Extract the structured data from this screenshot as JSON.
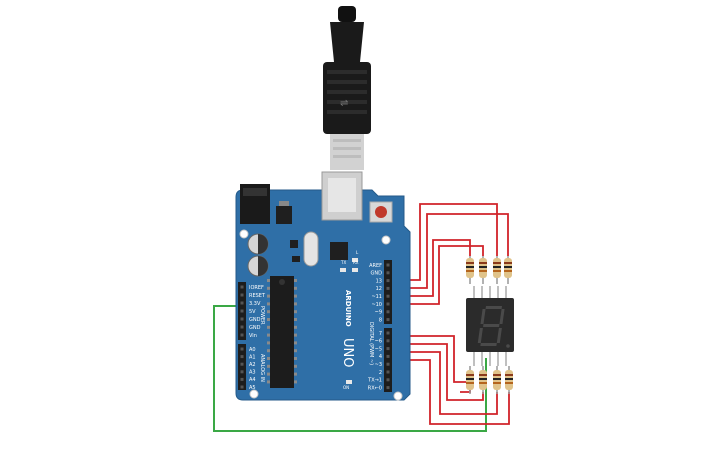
{
  "colors": {
    "board": "#2f6fa7",
    "board_edge": "#245a8a",
    "wire_red": "#d1232a",
    "wire_green": "#3aa845",
    "header_black": "#1d1d1d",
    "display_body": "#2b2b2b",
    "segment_off": "#4a4a4a",
    "resistor_body": "#e0c38a"
  },
  "board": {
    "logo_text": "ARDUINO",
    "model_text": "UNO",
    "tx_label": "TX",
    "rx_label": "RX",
    "l_label": "L",
    "on_label": "ON",
    "power_group_label": "POWER",
    "analog_group_label": "ANALOG IN",
    "digital_group_label": "DIGITAL (PWM ~)",
    "power_pins": [
      "IOREF",
      "RESET",
      "3.3V",
      "5V",
      "GND",
      "GND",
      "Vin"
    ],
    "analog_pins": [
      "A0",
      "A1",
      "A2",
      "A3",
      "A4",
      "A5"
    ],
    "digital_pins_top": [
      "AREF",
      "GND",
      "13",
      "12",
      "~11",
      "~10",
      "~9",
      "8"
    ],
    "digital_pins_bottom": [
      "7",
      "~6",
      "~5",
      "4",
      "~3",
      "2",
      "TX→1",
      "RX←0"
    ]
  },
  "display": {
    "digit_shown": "8",
    "segments": [
      "a",
      "b",
      "c",
      "d",
      "e",
      "f",
      "g"
    ]
  },
  "icons": {
    "usb_cable": "usb-cable-icon",
    "reset_button": "reset-button-icon",
    "power_jack": "power-jack-icon",
    "resistor": "resistor-icon",
    "seven_segment": "seven-segment-display-icon"
  }
}
